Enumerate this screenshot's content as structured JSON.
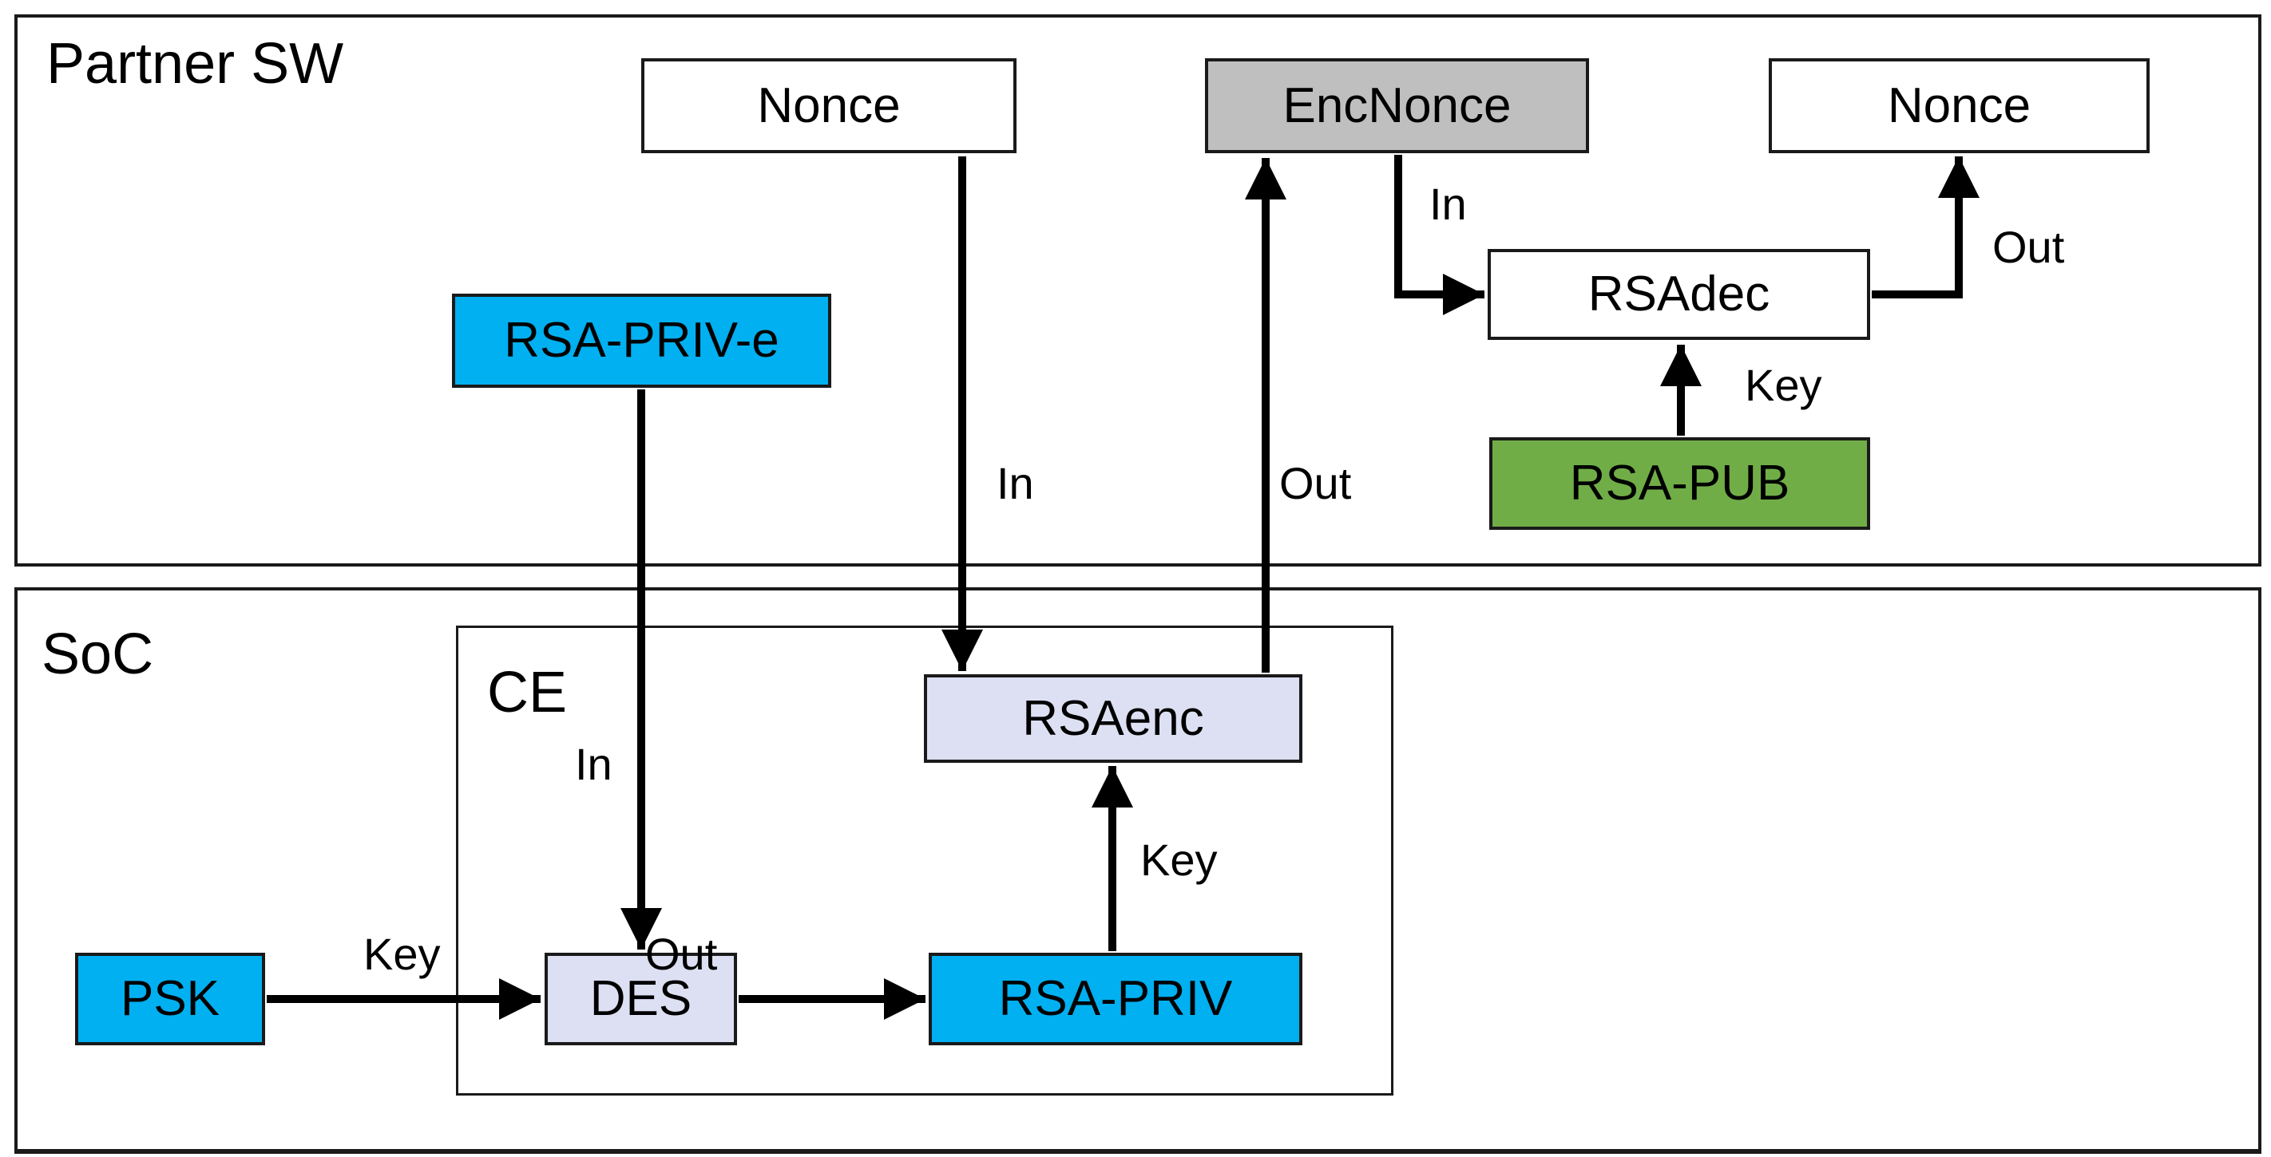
{
  "diagram": {
    "containers": {
      "partner_sw": {
        "label": "Partner SW"
      },
      "soc": {
        "label": "SoC"
      },
      "ce": {
        "label": "CE"
      }
    },
    "nodes": {
      "nonce_top": {
        "label": "Nonce",
        "fill": "#FFFFFF"
      },
      "enc_nonce": {
        "label": "EncNonce",
        "fill": "#BFBFBF"
      },
      "nonce_right": {
        "label": "Nonce",
        "fill": "#FFFFFF"
      },
      "rsa_priv_e": {
        "label": "RSA-PRIV-e",
        "fill": "#00B0F0"
      },
      "rsa_dec": {
        "label": "RSAdec",
        "fill": "#FFFFFF"
      },
      "rsa_pub": {
        "label": "RSA-PUB",
        "fill": "#70AD47"
      },
      "rsa_enc": {
        "label": "RSAenc",
        "fill": "#DCE0F2"
      },
      "des": {
        "label": "DES",
        "fill": "#DCE0F2"
      },
      "rsa_priv": {
        "label": "RSA-PRIV",
        "fill": "#00B0F0"
      },
      "psk": {
        "label": "PSK",
        "fill": "#00B0F0"
      }
    },
    "edges": {
      "nonce_to_rsaenc": {
        "label": "In"
      },
      "rsaenc_to_encnonce": {
        "label": "Out"
      },
      "encnonce_to_rsadec": {
        "label": "In"
      },
      "rsadec_to_nonce": {
        "label": "Out"
      },
      "rsapub_to_rsadec": {
        "label": "Key"
      },
      "rsaprive_to_des": {
        "label": "In"
      },
      "psk_to_des": {
        "label": "Key"
      },
      "des_to_rsapriv": {
        "label": "Out"
      },
      "rsapriv_to_rsaenc": {
        "label": "Key"
      }
    },
    "colors": {
      "cyan": "#00B0F0",
      "green": "#70AD47",
      "gray": "#BFBFBF",
      "lavender": "#DCE0F2",
      "stroke": "#000000"
    }
  }
}
